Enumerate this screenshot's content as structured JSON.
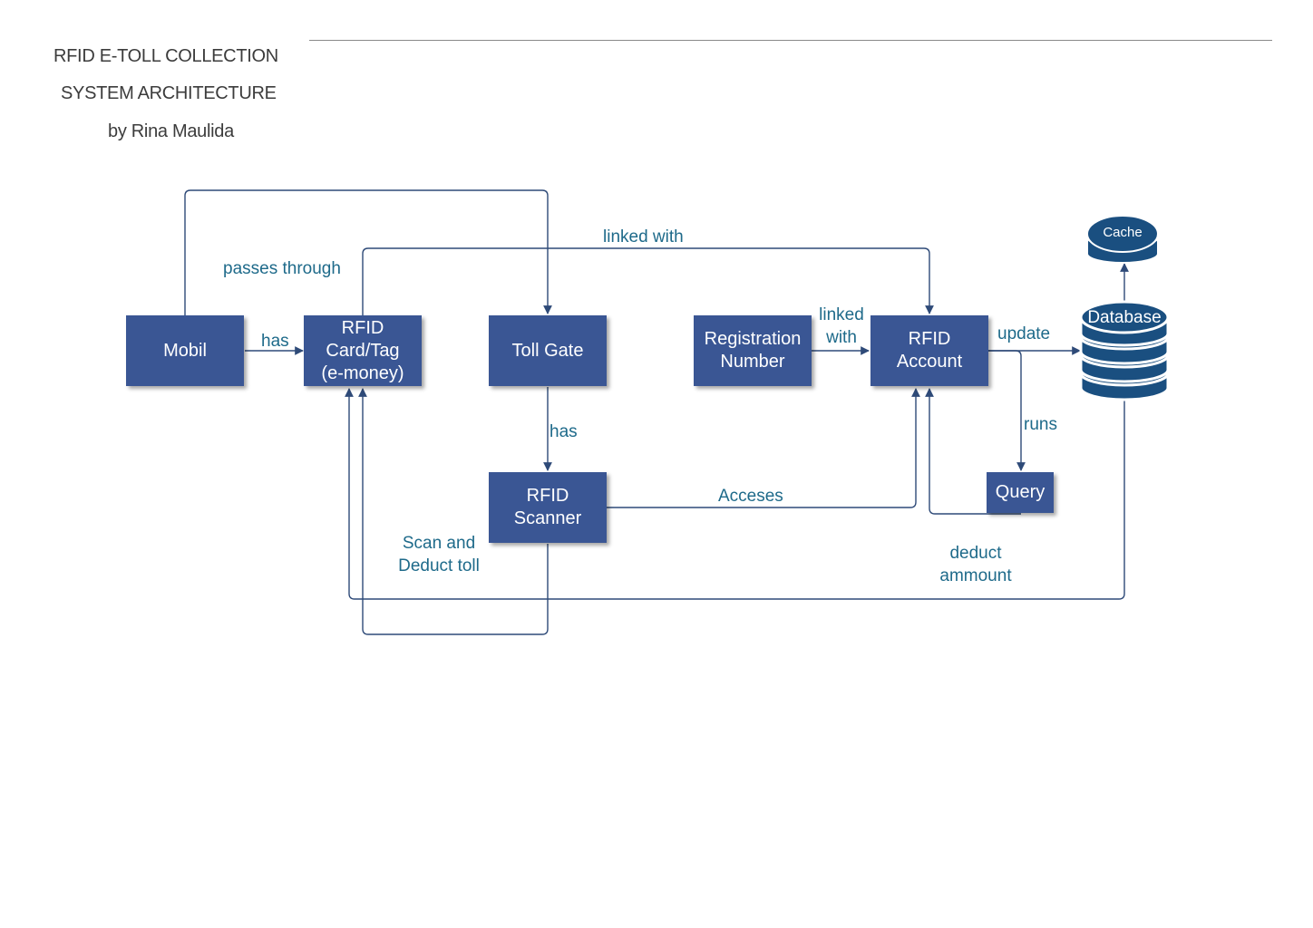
{
  "header": {
    "title_line1": "RFID E-TOLL COLLECTION",
    "title_line2": "SYSTEM ARCHITECTURE",
    "author": "by Rina Maulida"
  },
  "colors": {
    "node_fill": "#3a5694",
    "connector": "#2e4a78",
    "edge_label": "#1e6a8a",
    "database_fill": "#1a4f80"
  },
  "nodes": {
    "mobil": "Mobil",
    "rfid_card": "RFID\nCard/Tag\n(e-money)",
    "toll_gate": "Toll Gate",
    "registration_number": "Registration\nNumber",
    "rfid_account": "RFID\nAccount",
    "rfid_scanner": "RFID\nScanner",
    "query": "Query",
    "database": "Database",
    "cache": "Cache"
  },
  "edge_labels": {
    "passes_through": "passes through",
    "linked_with_top": "linked with",
    "has_card": "has",
    "linked_with_reg": "linked\nwith",
    "update": "update",
    "has_scanner": "has",
    "runs": "runs",
    "acceses": "Acceses",
    "scan_deduct": "Scan and\nDeduct toll",
    "deduct_ammount": "deduct\nammount"
  }
}
